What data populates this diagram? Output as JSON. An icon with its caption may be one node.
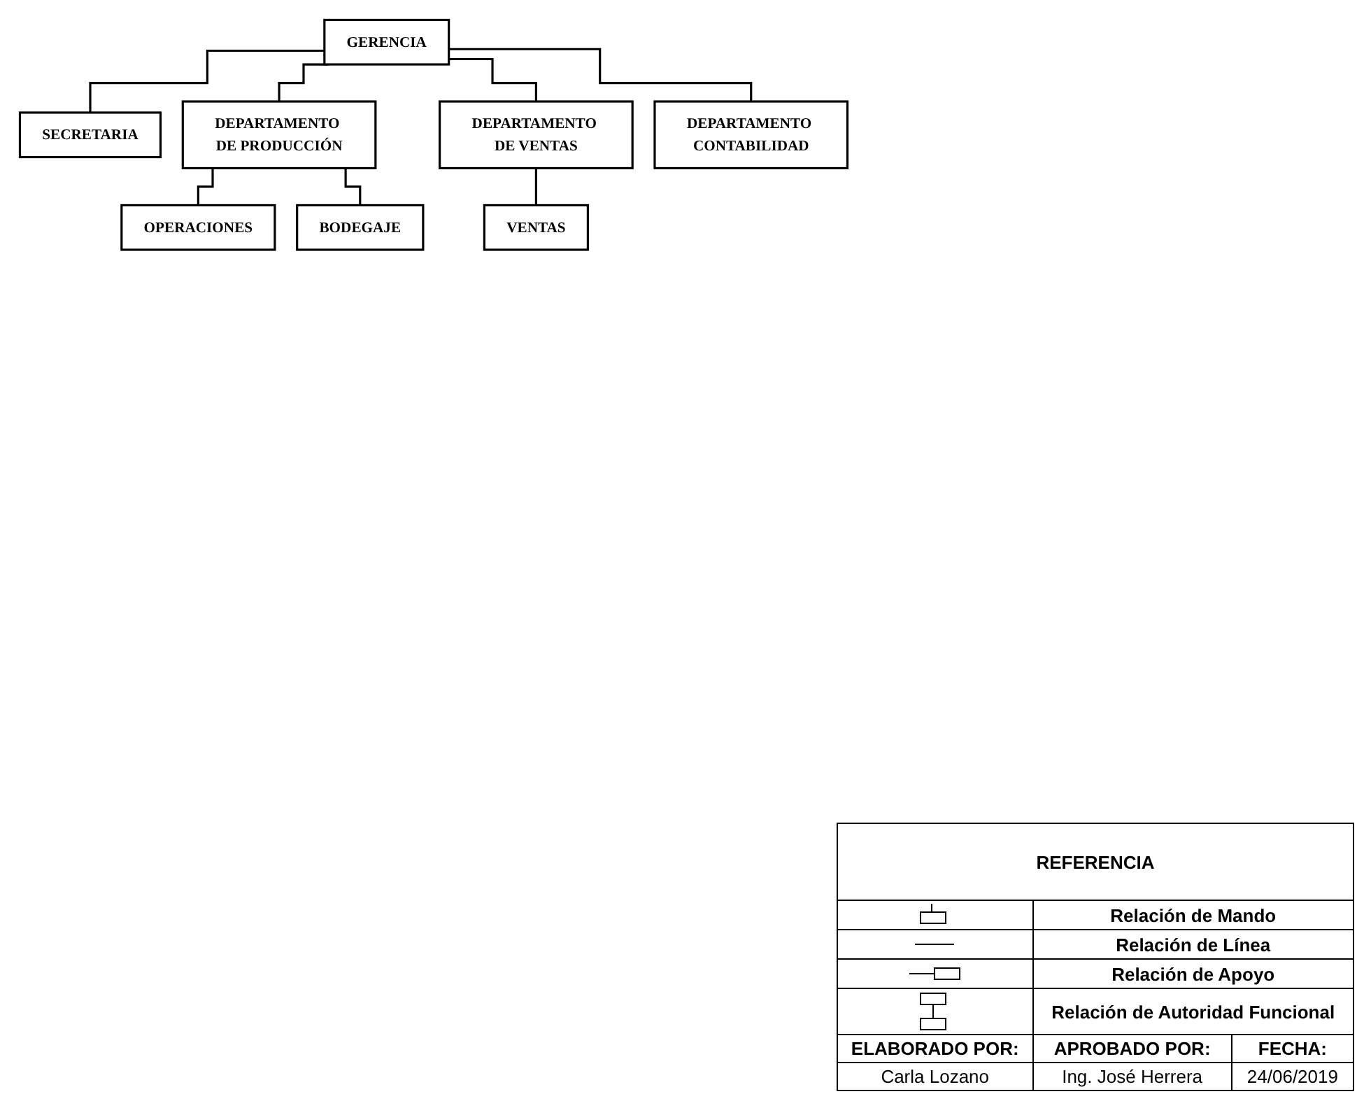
{
  "diagram": {
    "nodes": [
      {
        "text": [
          "GERENCIA"
        ]
      },
      {
        "text": [
          "SECRETARIA"
        ]
      },
      {
        "text": [
          "DEPARTAMENTO DE PRODUCCIÓN"
        ]
      },
      {
        "text": [
          "DEPARTAMENTO DE VENTAS"
        ]
      },
      {
        "text": [
          "DEPARTAMENTO CONTABILIDAD"
        ]
      },
      {
        "text": [
          "OPERACIONES"
        ]
      },
      {
        "text": [
          "VENTAS"
        ]
      },
      {
        "text": [
          "BODEGAJE"
        ]
      }
    ],
    "edges": [
      {
        "from": 0,
        "to": 1,
        "arrow": "none"
      },
      {
        "from": 0,
        "to": 2,
        "arrow": "none"
      },
      {
        "from": 0,
        "to": 3,
        "arrow": "none"
      },
      {
        "from": 0,
        "to": 4,
        "arrow": "none"
      },
      {
        "from": 2,
        "to": 5,
        "arrow": "none"
      },
      {
        "from": 2,
        "to": 7,
        "arrow": "none"
      },
      {
        "from": 3,
        "to": 6,
        "arrow": "none"
      }
    ],
    "labels": [
      "REFERENCIA",
      "ELABORADO POR:",
      "APROBADO POR:",
      "FECHA:",
      "Carla Lozano",
      "Ing. José Herrera",
      "24/06/2019"
    ],
    "legend": [
      {
        "text": "Relación de Mando"
      },
      {
        "text": "Relación de Línea"
      },
      {
        "text": "Relación de Apoyo"
      },
      {
        "text": "Relación de Autoridad Funcional"
      }
    ]
  }
}
